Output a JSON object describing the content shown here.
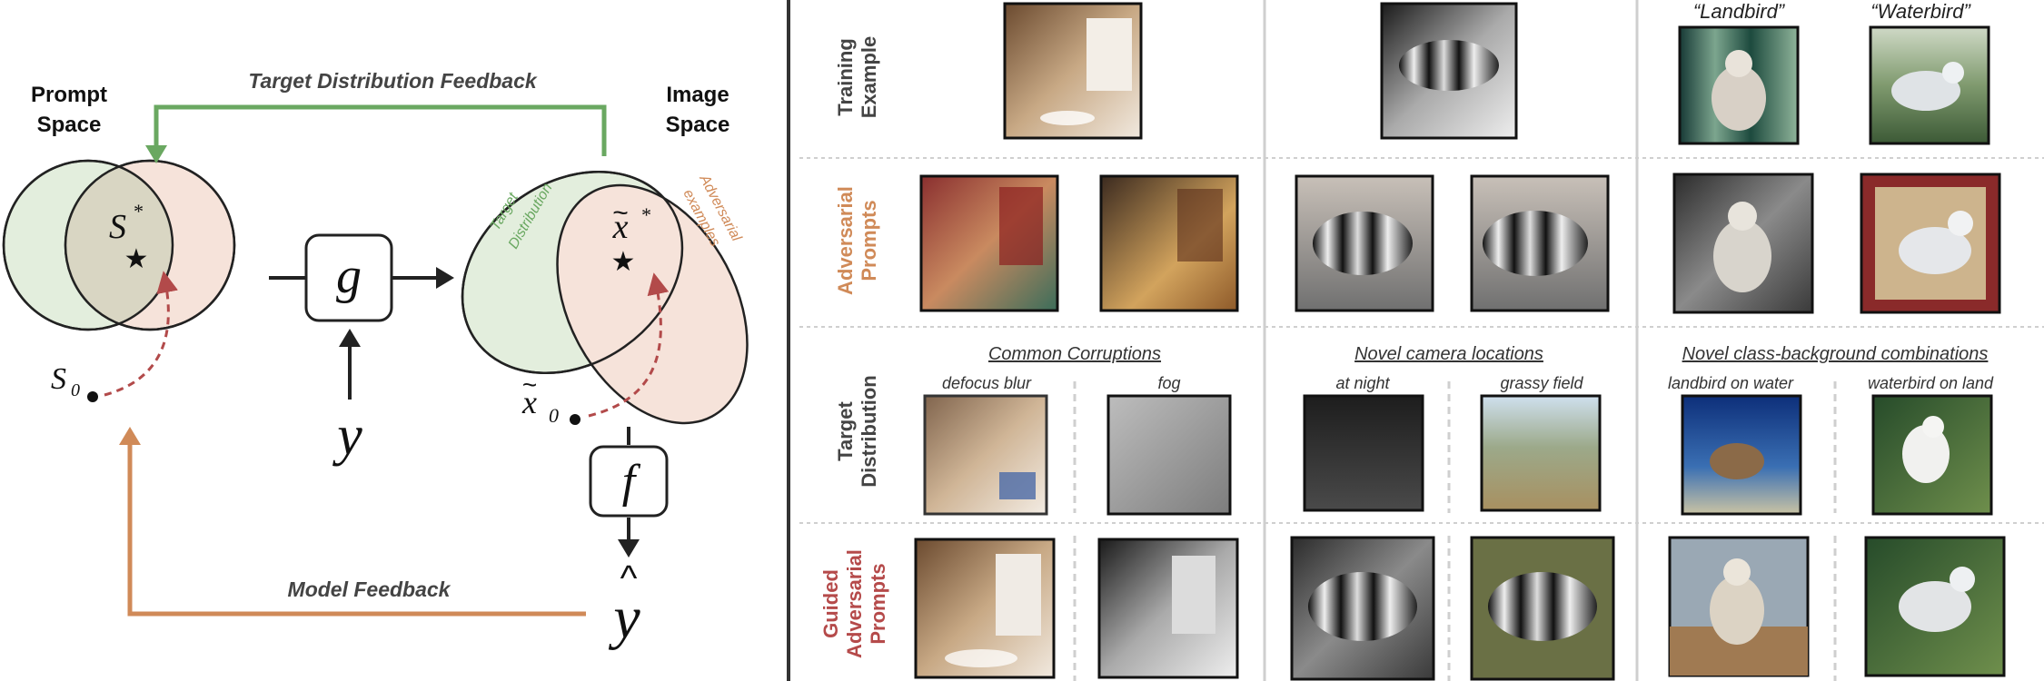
{
  "left_panel": {
    "prompt_space_line1": "Prompt",
    "prompt_space_line2": "Space",
    "image_space_line1": "Image",
    "image_space_line2": "Space",
    "target_feedback": "Target Distribution Feedback",
    "model_feedback": "Model Feedback",
    "target_distribution_line1": "Target",
    "target_distribution_line2": "Distribution",
    "adversarial_line1": "Adversarial",
    "adversarial_line2": "examples",
    "s_star": "S",
    "s_star_sup": "*",
    "s0": "S",
    "s0_sub": "0",
    "x_star": "x",
    "x_star_sup": "*",
    "x0": "x",
    "x0_sub": "0",
    "tilde": "~",
    "g": "g",
    "f": "f",
    "y": "y",
    "y_hat": "y",
    "hat": "^",
    "star": "★",
    "colors": {
      "green": "#6aa861",
      "orange": "#d08a58",
      "red_dash": "#b24a4a",
      "green_fill": "#e3eedd",
      "orange_fill": "#f6e3da",
      "overlap_fill": "#d9d6c3"
    }
  },
  "right_panel": {
    "row_labels": [
      {
        "line1": "Training",
        "line2": "Example",
        "color": "#444444"
      },
      {
        "line1": "Adversarial",
        "line2": "Prompts",
        "color": "#d08a58"
      },
      {
        "line1": "Target",
        "line2": "Distribution",
        "color": "#444444"
      },
      {
        "line1": "Guided",
        "line2": "Adversarial",
        "line3": "Prompts",
        "color": "#b54a4a"
      }
    ],
    "landbird_label": "“Landbird”",
    "waterbird_label": "“Waterbird”",
    "group_titles": [
      "Common Corruptions",
      "Novel camera locations",
      "Novel class-background combinations"
    ],
    "sub_labels": [
      "defocus blur",
      "fog",
      "at night",
      "grassy field",
      "landbird on water",
      "waterbird on land"
    ]
  }
}
